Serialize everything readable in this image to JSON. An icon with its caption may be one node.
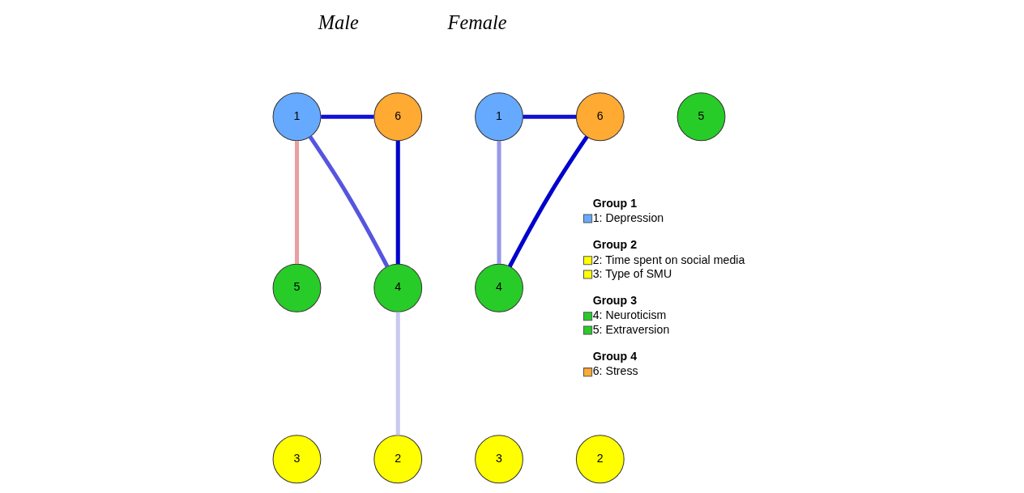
{
  "diagram": {
    "nodes": [
      {
        "text": [
          "1"
        ]
      },
      {
        "text": [
          "6"
        ]
      },
      {
        "text": [
          "5"
        ]
      },
      {
        "text": [
          "4"
        ]
      },
      {
        "text": [
          "3"
        ]
      },
      {
        "text": [
          "2"
        ]
      },
      {
        "text": [
          "1"
        ]
      },
      {
        "text": [
          "6"
        ]
      },
      {
        "text": [
          "5"
        ]
      },
      {
        "text": [
          "4"
        ]
      },
      {
        "text": [
          "3"
        ]
      },
      {
        "text": [
          "2"
        ]
      }
    ],
    "edges": [
      {
        "from": 0,
        "to": 1,
        "arrow": "none",
        "color": "#1010d8"
      },
      {
        "from": 0,
        "to": 3,
        "arrow": "none",
        "color": "#5555e0"
      },
      {
        "from": 1,
        "to": 3,
        "arrow": "none",
        "color": "#0000cc"
      },
      {
        "from": 0,
        "to": 2,
        "arrow": "none",
        "color": "#e8a0a0"
      },
      {
        "from": 3,
        "to": 5,
        "arrow": "none",
        "color": "#c8c8f0"
      },
      {
        "from": 6,
        "to": 7,
        "arrow": "none",
        "color": "#1010d0"
      },
      {
        "from": 6,
        "to": 9,
        "arrow": "none",
        "color": "#9898e8"
      },
      {
        "from": 7,
        "to": 9,
        "arrow": "none",
        "color": "#0000cc"
      }
    ],
    "labels": [
      "Male",
      "Female",
      "Group 1",
      "Group 2",
      "Group 3",
      "Group 4"
    ],
    "legend": [
      {
        "text": "1: Depression",
        "color": "#66aaff"
      },
      {
        "text": "2: Time spent on social media",
        "color": "#ffff00"
      },
      {
        "text": "3: Type of SMU",
        "color": "#ffff00"
      },
      {
        "text": "4: Neuroticism",
        "color": "#28cc28"
      },
      {
        "text": "5: Extraversion",
        "color": "#28cc28"
      },
      {
        "text": "6: Stress",
        "color": "#ffaa33"
      }
    ]
  }
}
